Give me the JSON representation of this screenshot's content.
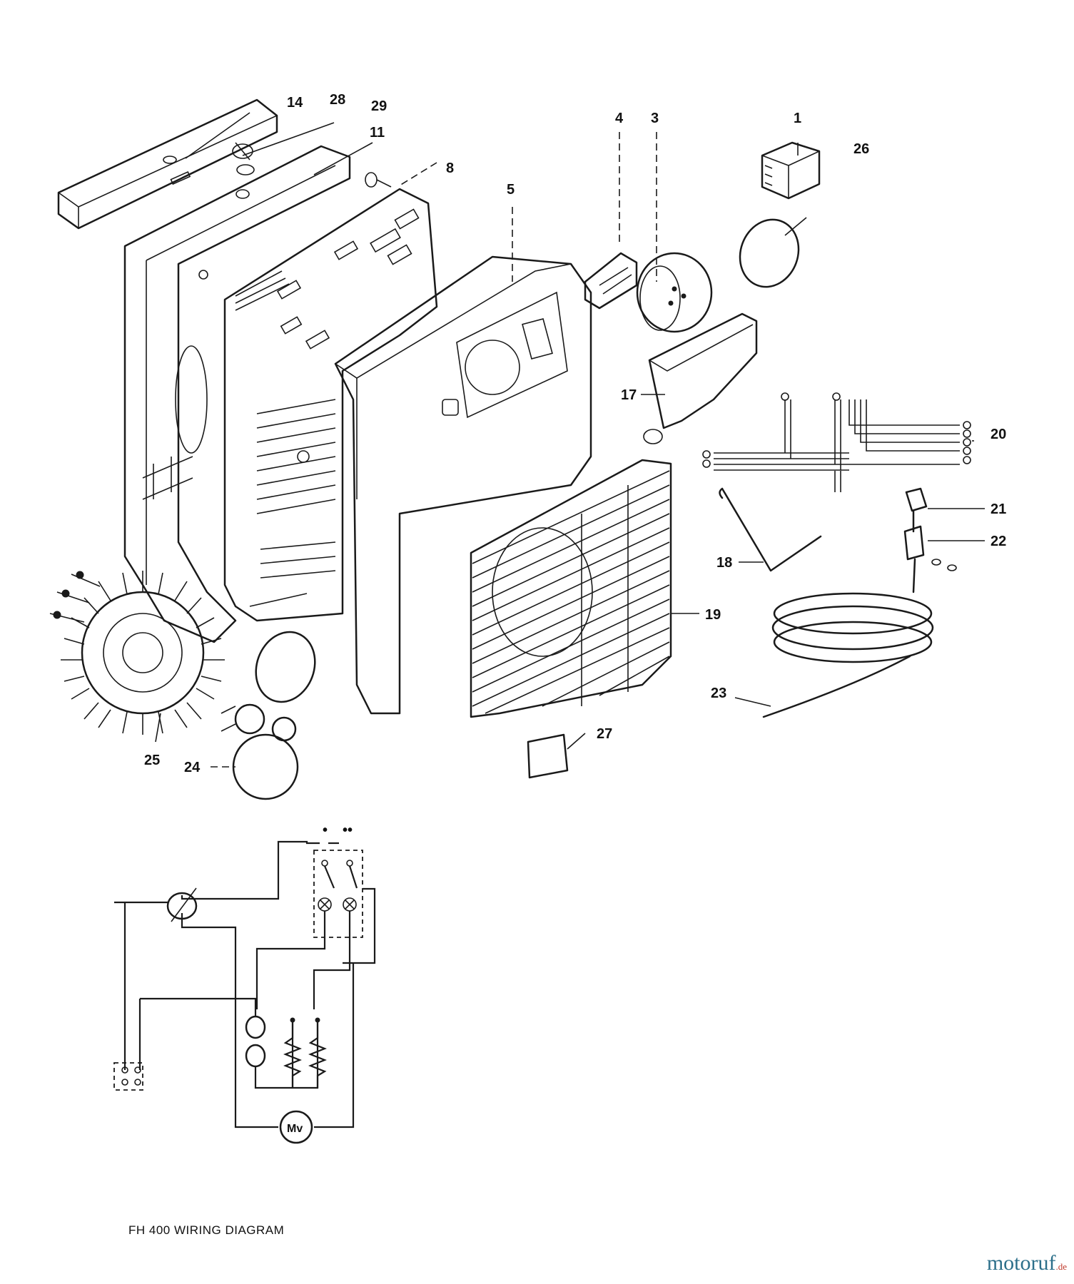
{
  "diagram": {
    "caption": "FH 400 WIRING DIAGRAM",
    "callouts": {
      "c1": "1",
      "c3": "3",
      "c4": "4",
      "c5": "5",
      "c8": "8",
      "c11": "11",
      "c14": "14",
      "c17": "17",
      "c18": "18",
      "c19": "19",
      "c20": "20",
      "c21": "21",
      "c22": "22",
      "c23": "23",
      "c24": "24",
      "c25": "25",
      "c26": "26",
      "c27": "27",
      "c28": "28",
      "c29": "29"
    },
    "switch_marks": {
      "one": "•",
      "two": "••"
    },
    "motor_label": "Mv"
  },
  "watermark": {
    "main": "motoruf",
    "tld": ".de"
  },
  "colors": {
    "line": "#1a1a1a",
    "brand": "#2c6f8a",
    "brand_tld": "#c0392b"
  }
}
